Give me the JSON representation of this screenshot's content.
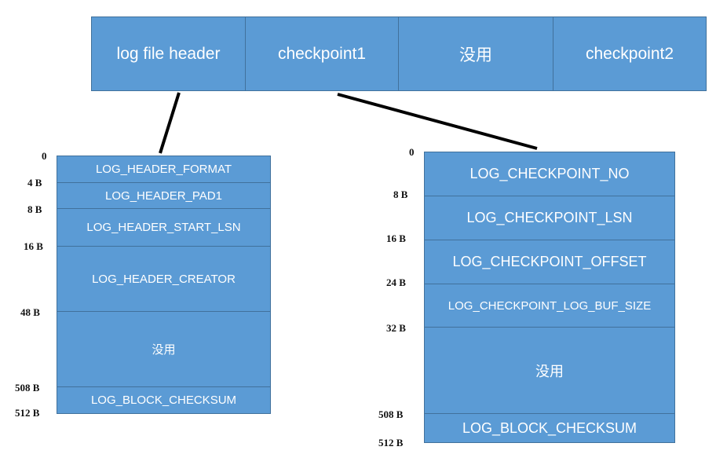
{
  "top_row": [
    "log file header",
    "checkpoint1",
    "没用",
    "checkpoint2"
  ],
  "header_block": {
    "offsets": [
      "0",
      "4 B",
      "8 B",
      "16 B",
      "48 B",
      "508 B",
      "512 B"
    ],
    "fields": [
      "LOG_HEADER_FORMAT",
      "LOG_HEADER_PAD1",
      "LOG_HEADER_START_LSN",
      "LOG_HEADER_CREATOR",
      "没用",
      "LOG_BLOCK_CHECKSUM"
    ]
  },
  "checkpoint_block": {
    "offsets": [
      "0",
      "8 B",
      "16 B",
      "24 B",
      "32 B",
      "508 B",
      "512 B"
    ],
    "fields": [
      "LOG_CHECKPOINT_NO",
      "LOG_CHECKPOINT_LSN",
      "LOG_CHECKPOINT_OFFSET",
      "LOG_CHECKPOINT_LOG_BUF_SIZE",
      "没用",
      "LOG_BLOCK_CHECKSUM"
    ]
  },
  "colors": {
    "fill": "#5b9bd5",
    "border": "#41719c",
    "text": "#ffffff",
    "connector": "#000000"
  }
}
